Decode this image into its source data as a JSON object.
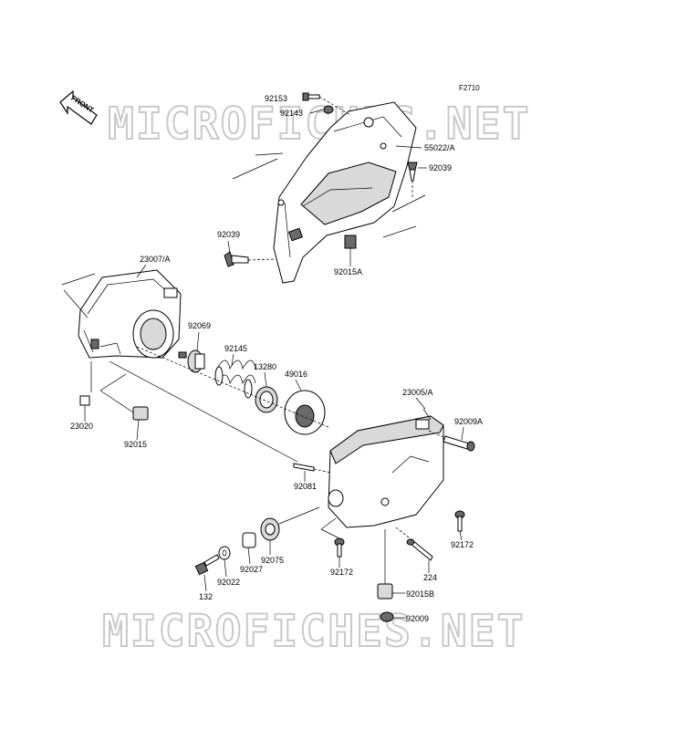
{
  "figure_code": "F2710",
  "watermark_text": "MICROFICHES.NET",
  "front_arrow_label": "FRONT",
  "part_labels": {
    "p92153": "92153",
    "p92143": "92143",
    "p55022a": "55022/A",
    "p92039_top": "92039",
    "p92039_left": "92039",
    "p92015a": "92015A",
    "p23007a": "23007/A",
    "p92069": "92069",
    "p92145": "92145",
    "p13280": "13280",
    "p49016": "49016",
    "p23005a": "23005/A",
    "p92009a": "92009A",
    "p23020": "23020",
    "p92015": "92015",
    "p92081": "92081",
    "p92172_right": "92172",
    "p92172_mid": "92172",
    "p224": "224",
    "p92075": "92075",
    "p92027": "92027",
    "p92022": "92022",
    "p132": "132",
    "p92015b": "92015B",
    "p92009": "92009"
  }
}
